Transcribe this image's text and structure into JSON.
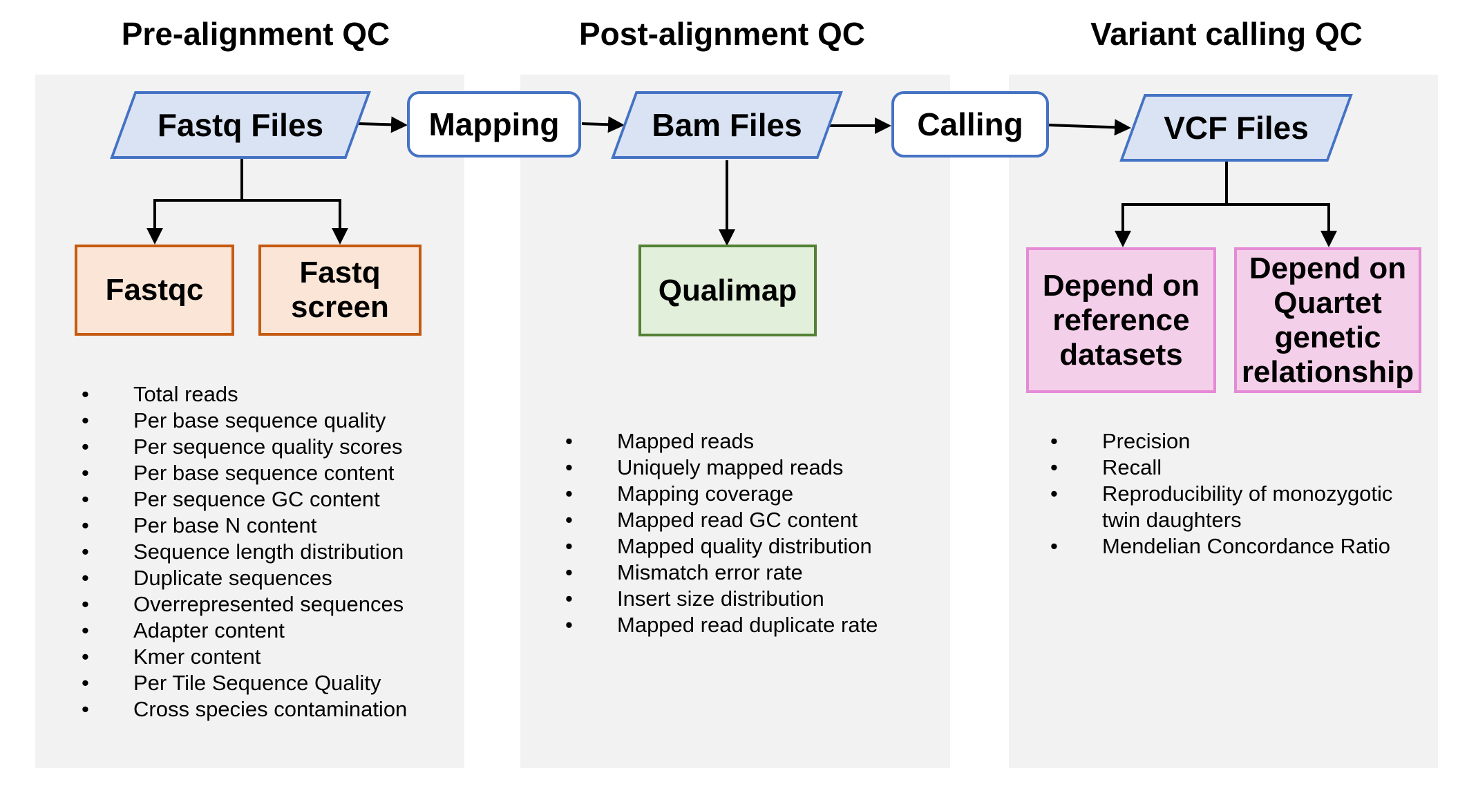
{
  "columns": {
    "pre": {
      "title": "Pre-alignment QC"
    },
    "post": {
      "title": "Post-alignment QC"
    },
    "variant": {
      "title": "Variant calling QC"
    }
  },
  "nodes": {
    "fastq_files": "Fastq Files",
    "mapping": "Mapping",
    "bam_files": "Bam Files",
    "calling": "Calling",
    "vcf_files": "VCF Files",
    "fastqc": "Fastqc",
    "fastq_screen": "Fastq\nscreen",
    "qualimap": "Qualimap",
    "depend_reference": "Depend on\nreference\ndatasets",
    "depend_quartet": "Depend on\nQuartet\ngenetic\nrelationship"
  },
  "lists": {
    "pre": [
      "Total reads",
      "Per base sequence quality",
      "Per sequence quality scores",
      "Per base sequence content",
      "Per sequence GC content",
      "Per base N content",
      "Sequence length distribution",
      "Duplicate sequences",
      "Overrepresented sequences",
      "Adapter content",
      "Kmer content",
      "Per Tile Sequence Quality",
      "Cross species contamination"
    ],
    "post": [
      "Mapped reads",
      "Uniquely mapped reads",
      "Mapping coverage",
      "Mapped read GC content",
      "Mapped quality distribution",
      "Mismatch error rate",
      "Insert size distribution",
      "Mapped read duplicate rate"
    ],
    "variant": [
      "Precision",
      "Recall",
      "Reproducibility of monozygotic twin daughters",
      "Mendelian Concordance Ratio"
    ]
  },
  "colors": {
    "file_fill": "#dae3f3",
    "file_border": "#4472c4",
    "tool_orange": "#c55a11",
    "tool_green": "#538135",
    "tool_pink": "#e58bd5",
    "panel": "#f2f2f2"
  }
}
